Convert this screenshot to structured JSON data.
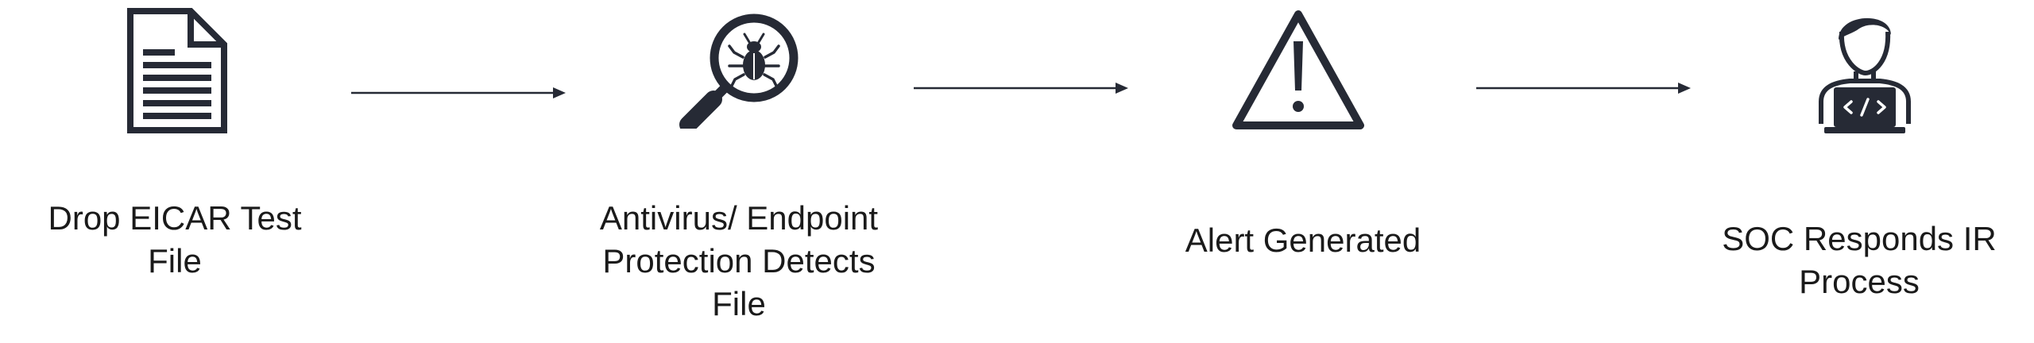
{
  "colors": {
    "icon": "#262a35",
    "arrow": "#262a35",
    "text": "#1a1a1a",
    "background": "#ffffff"
  },
  "steps": [
    {
      "icon": "document-icon",
      "label": "Drop EICAR Test File"
    },
    {
      "icon": "magnifier-bug-icon",
      "label": "Antivirus/ Endpoint Protection Detects File"
    },
    {
      "icon": "warning-triangle-icon",
      "label": "Alert Generated"
    },
    {
      "icon": "analyst-laptop-icon",
      "label": "SOC Responds IR Process"
    }
  ]
}
